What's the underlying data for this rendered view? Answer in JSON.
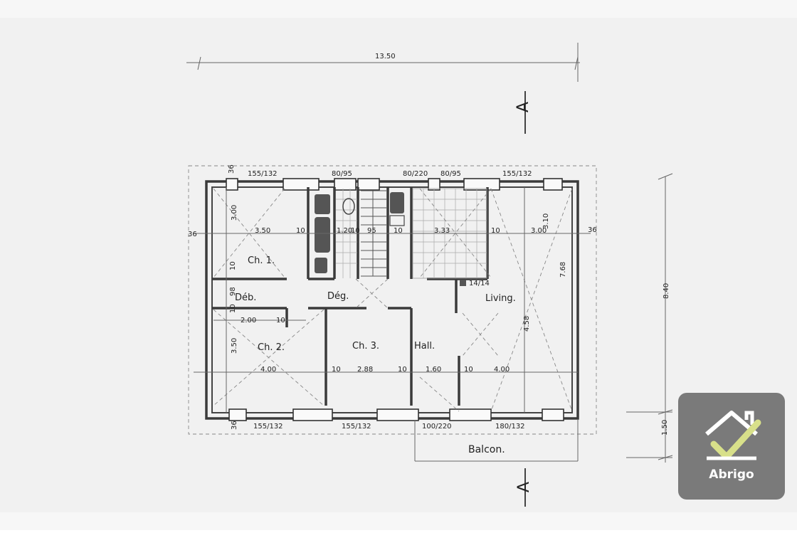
{
  "plan": {
    "overall_width": "13.50",
    "overall_depth": "8.40",
    "balcony_depth": "1.50",
    "section_marker": "A",
    "rooms": {
      "ch1": "Ch. 1.",
      "ch2": "Ch. 2.",
      "ch3": "Ch. 3.",
      "deb": "Déb.",
      "deg": "Dég.",
      "hall": "Hall.",
      "living": "Living.",
      "balcon": "Balcon."
    },
    "openings": {
      "top_w1": "155/132",
      "top_w2": "80/95",
      "top_door": "80/220",
      "top_w3": "80/95",
      "top_w4": "155/132",
      "bot_w1": "155/132",
      "bot_w2": "155/132",
      "bot_door": "100/220",
      "bot_w3": "180/132"
    },
    "dims": {
      "d36_tl": "36",
      "d36_left": "36",
      "d36_right": "36",
      "d36_bl": "36",
      "ch1_h": "3.00",
      "ch1_w": "3.50",
      "t10a": "10",
      "t120": "1.20",
      "t10b": "10",
      "t95": "95",
      "t10c": "10",
      "kitchen_w": "3.33",
      "t10d": "10",
      "r310": "3.10",
      "r300": "3.00",
      "v10": "10",
      "v98": "98",
      "v10b": "10",
      "deb_w": "2.00",
      "t10e": "10",
      "ch2_h": "3.50",
      "ch2_w": "4.00",
      "t10f": "10",
      "ch3_w": "2.88",
      "t10g": "10",
      "hall_w": "1.60",
      "t10h": "10",
      "living_w": "4.00",
      "living_h1": "4.58",
      "living_h2": "7.68",
      "flue": "14/14"
    }
  },
  "brand": {
    "name": "Abrigo",
    "bg_color": "#7a7a7a",
    "check_color": "#d8e08a"
  }
}
